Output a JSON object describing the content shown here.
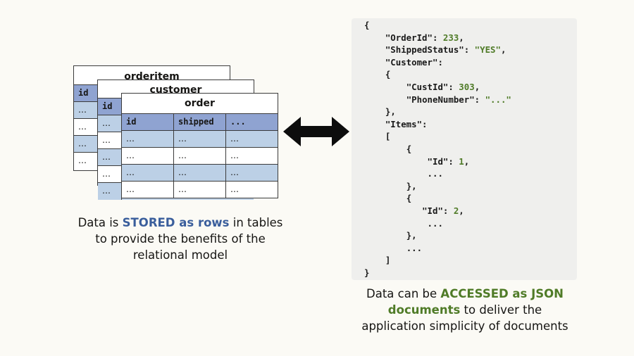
{
  "tables": {
    "orderitem": {
      "title": "orderitem",
      "header": [
        "id"
      ],
      "rows": [
        [
          "…"
        ],
        [
          "…"
        ],
        [
          "…"
        ],
        [
          "…"
        ]
      ]
    },
    "customer": {
      "title": "customer",
      "header": [
        "id"
      ],
      "rows": [
        [
          "…"
        ],
        [
          "…"
        ],
        [
          "…"
        ],
        [
          "…"
        ],
        [
          "…"
        ]
      ]
    },
    "order": {
      "title": "order",
      "header": [
        "id",
        "shipped",
        "..."
      ],
      "rows": [
        [
          "…",
          "…",
          "…"
        ],
        [
          "…",
          "…",
          "…"
        ],
        [
          "…",
          "…",
          "…"
        ],
        [
          "…",
          "…",
          "…"
        ]
      ]
    }
  },
  "left_caption": {
    "pre": "Data is ",
    "highlight": "STORED as rows",
    "post": " in tables",
    "line2": "to provide the benefits of the",
    "line3": "relational model"
  },
  "right_caption": {
    "pre": "Data can be ",
    "highlight1": "ACCESSED as JSON",
    "highlight2": "documents",
    "post": " to deliver the",
    "line3": "application simplicity of documents"
  },
  "json_doc": {
    "open_brace": "{",
    "order_id_key": "\"OrderId\": ",
    "order_id_val": "233",
    "shipped_key": "\"ShippedStatus\": ",
    "shipped_val": "\"YES\"",
    "customer_key": "\"Customer\":",
    "cust_id_key": "\"CustId\": ",
    "cust_id_val": "303",
    "phone_key": "\"PhoneNumber\": ",
    "phone_val": "\"...\"",
    "items_key": "\"Items\":",
    "item1_id_key": "\"Id\": ",
    "item1_id_val": "1",
    "item2_id_key": "\"Id\": ",
    "item2_id_val": "2",
    "ellipsis": "...",
    "close_brace": "}"
  },
  "colors": {
    "background": "#fbfaf5",
    "header_row": "#8fa3d1",
    "band_row": "#bcd0e6",
    "accent_blue": "#3a5e9c",
    "accent_green": "#4f7b27",
    "code_panel": "#efefed"
  },
  "icons": {
    "arrow": "double-headed-arrow-icon"
  }
}
